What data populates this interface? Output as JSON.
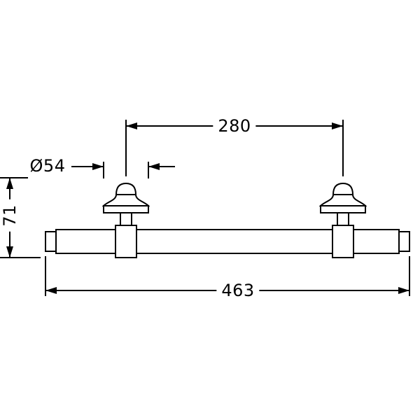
{
  "drawing": {
    "background_color": "#ffffff",
    "line_color": "#000000",
    "dimensions": {
      "center_distance": "280",
      "escutcheon_diameter": "Ø54",
      "height": "71",
      "overall_length": "463"
    }
  }
}
